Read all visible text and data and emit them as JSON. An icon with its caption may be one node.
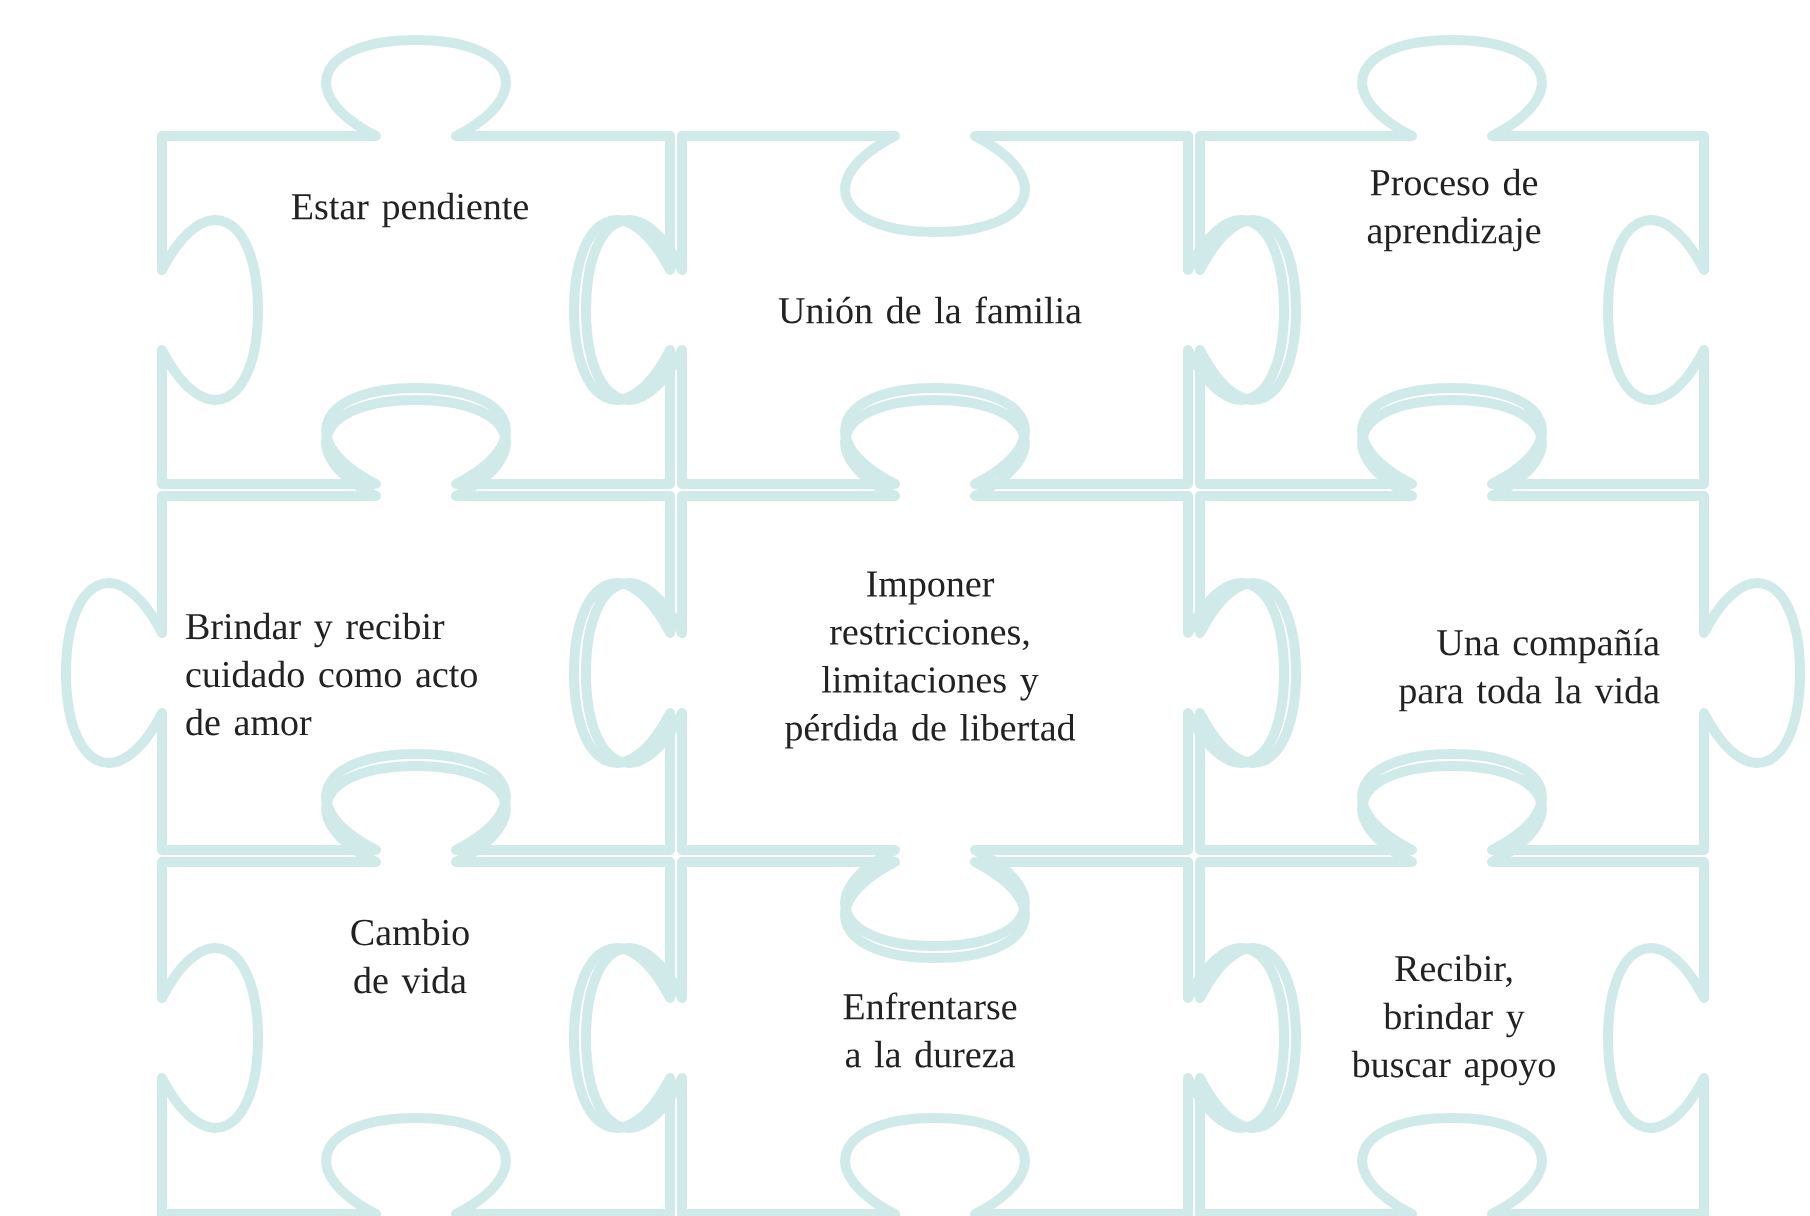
{
  "diagram": {
    "nodes": [
      {
        "text": [
          "Estar pendiente"
        ]
      },
      {
        "text": [
          "Unión de la familia"
        ]
      },
      {
        "text": [
          "Proceso de aprendizaje"
        ]
      },
      {
        "text": [
          "Brindar y recibir cuidado como acto de amor"
        ]
      },
      {
        "text": [
          "Imponer restricciones, limitaciones y pérdida de libertad"
        ]
      },
      {
        "text": [
          "Una compañía para toda la vida"
        ]
      },
      {
        "text": [
          "Cambio de vida"
        ]
      },
      {
        "text": [
          "Enfrentarse a la dureza"
        ]
      },
      {
        "text": [
          "Recibir, brindar y buscar apoyo"
        ]
      }
    ]
  }
}
